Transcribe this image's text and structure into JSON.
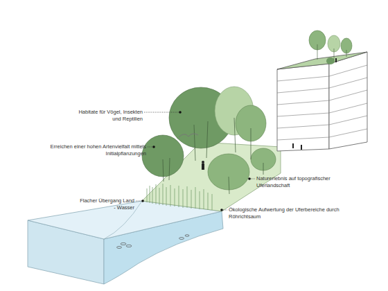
{
  "diagram": {
    "labels": [
      "Habitate für Vögel, Insekten und Reptilien",
      "Erreichen einer hohen Artenvielfalt mittels Initialpflanzungen",
      "Flacher Übergang Land - Wasser",
      "Naturerlebnis auf topografischer Uferlandschaft",
      "Ökologische Aufwertung der Uferbereiche durch Röhrichtsaum"
    ]
  }
}
